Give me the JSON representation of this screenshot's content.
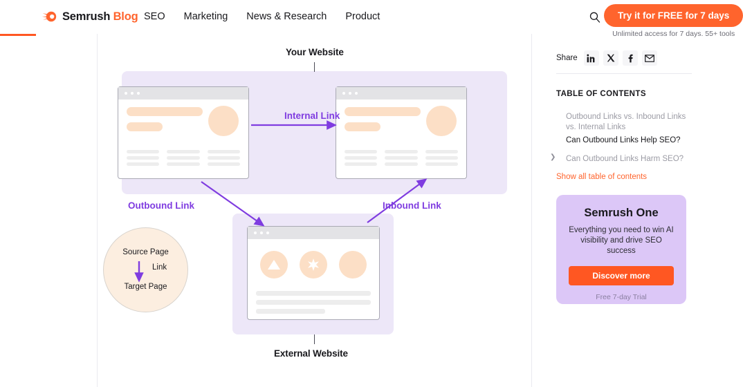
{
  "header": {
    "logo_text": "Semrush ",
    "logo_accent": "Blog",
    "logo_icon": "semrush-comet-logo",
    "nav": [
      {
        "label": "SEO"
      },
      {
        "label": "Marketing"
      },
      {
        "label": "News & Research"
      },
      {
        "label": "Product"
      }
    ],
    "search_icon": "search-icon",
    "cta_label": "Try it for FREE for 7 days",
    "cta_sub": "Unlimited access for 7 days. 55+ tools",
    "cta_color": "#ff642d",
    "progress_color": "#ff5722"
  },
  "figure": {
    "caption_top": "Your Website",
    "caption_bottom": "External Website",
    "labels": {
      "internal": "Internal Link",
      "outbound": "Outbound Link",
      "inbound": "Inbound Link"
    },
    "definition_circle": {
      "source": "Source Page",
      "link": "Link",
      "target": "Target Page"
    },
    "accent_purple": "#7f3ce0",
    "zone_fill": "#ede7f8",
    "circle_fill": "#fceee0"
  },
  "sidebar": {
    "share_label": "Share",
    "share_buttons": [
      {
        "name": "linkedin-icon"
      },
      {
        "name": "x-twitter-icon"
      },
      {
        "name": "facebook-icon"
      },
      {
        "name": "email-icon"
      }
    ],
    "toc_title": "TABLE OF CONTENTS",
    "toc_items": [
      {
        "label": "Outbound Links vs. Inbound Links vs. Internal Links",
        "active": false
      },
      {
        "label": "Can Outbound Links Help SEO?",
        "active": true
      },
      {
        "label": "Can Outbound Links Harm SEO?",
        "active": false
      }
    ],
    "toc_more": "Show all table of contents",
    "promo": {
      "title": "Semrush One",
      "subtitle": "Everything you need to win AI visibility and drive SEO success",
      "button": "Discover more",
      "note": "Free 7-day Trial",
      "bg": "#dcc7f7",
      "button_color": "#ff5722"
    }
  }
}
